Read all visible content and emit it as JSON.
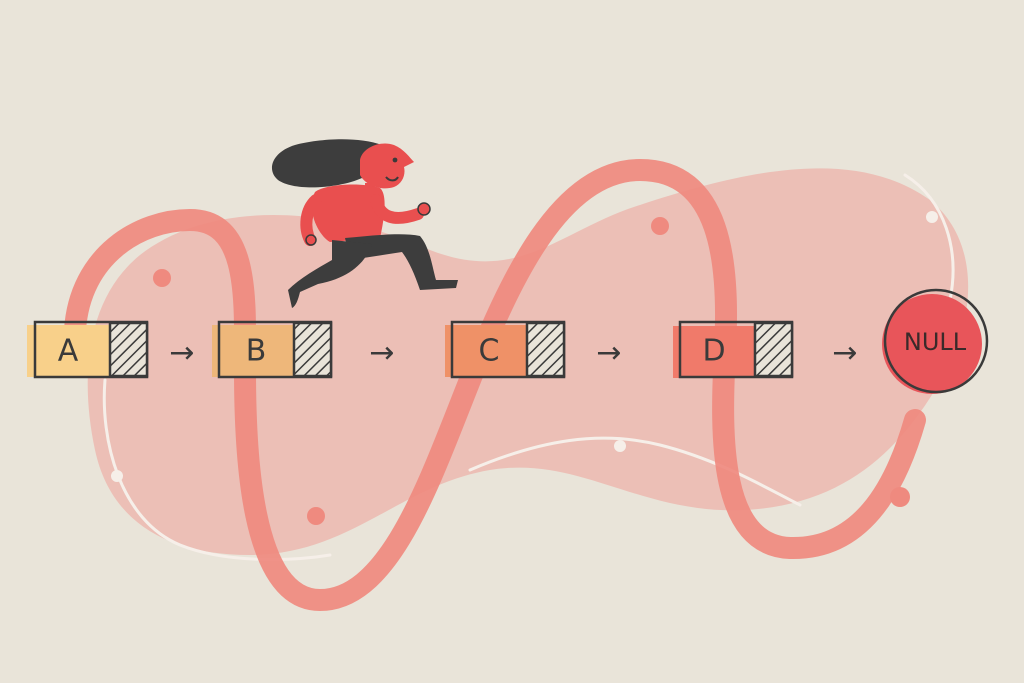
{
  "diagram": {
    "nodes": [
      {
        "label": "A",
        "color": "#f8d08a"
      },
      {
        "label": "B",
        "color": "#eeb77a"
      },
      {
        "label": "C",
        "color": "#ef9167"
      },
      {
        "label": "D",
        "color": "#f07a6a"
      }
    ],
    "terminal": {
      "label": "NULL",
      "color": "#e8555a"
    },
    "arrow_symbol": "→",
    "colors": {
      "background": "#e9e4d9",
      "blob": "#ecbdb4",
      "ribbon": "#ef8a7f",
      "outline": "#3a3a3a",
      "runner_shirt": "#e94f4f",
      "runner_hair": "#3d3d3d"
    },
    "illustration": [
      "blob",
      "wavy-ribbon",
      "running-woman"
    ]
  }
}
